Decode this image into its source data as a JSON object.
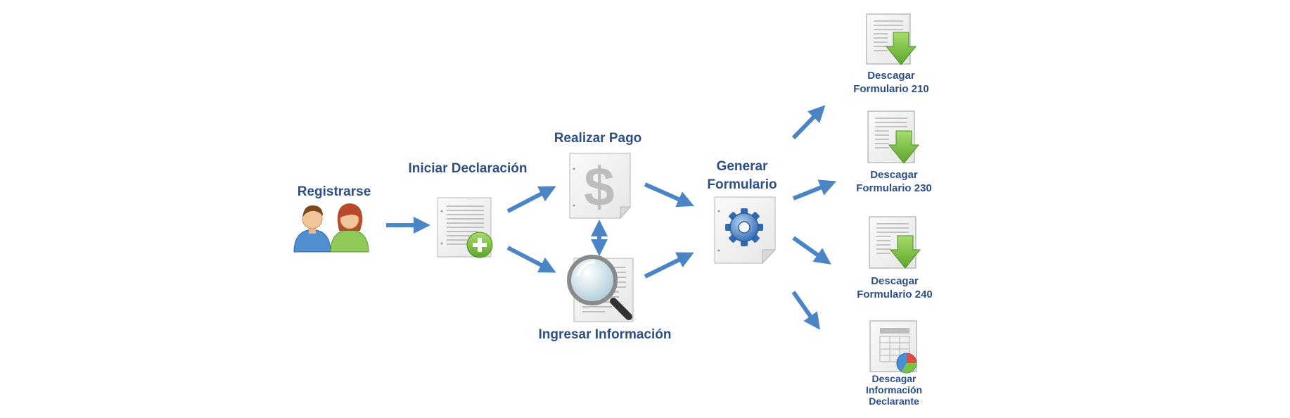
{
  "steps": {
    "register": {
      "label": "Registrarse",
      "icon": "users-icon"
    },
    "start": {
      "label": "Iniciar Declaración",
      "icon": "document-add-icon"
    },
    "pay": {
      "label": "Realizar Pago",
      "icon": "dollar-document-icon"
    },
    "enter": {
      "label": "Ingresar Información",
      "icon": "document-search-icon"
    },
    "generate": {
      "line1": "Generar",
      "line2": "Formulario",
      "icon": "document-gear-icon"
    }
  },
  "outputs": [
    {
      "line1": "Descagar",
      "line2": "Formulario 210",
      "icon": "document-download-icon"
    },
    {
      "line1": "Descagar",
      "line2": "Formulario 230",
      "icon": "document-download-icon"
    },
    {
      "line1": "Descagar",
      "line2": "Formulario 240",
      "icon": "document-download-icon"
    },
    {
      "line1": "Descagar",
      "line2": "Información",
      "line3": "Declarante",
      "icon": "spreadsheet-chart-icon"
    }
  ],
  "colors": {
    "label": "#2e4f86",
    "arrow": "#4a86c5",
    "paper": "#f4f4f4",
    "download_green": "#7dc142",
    "add_green": "#5fb336"
  }
}
